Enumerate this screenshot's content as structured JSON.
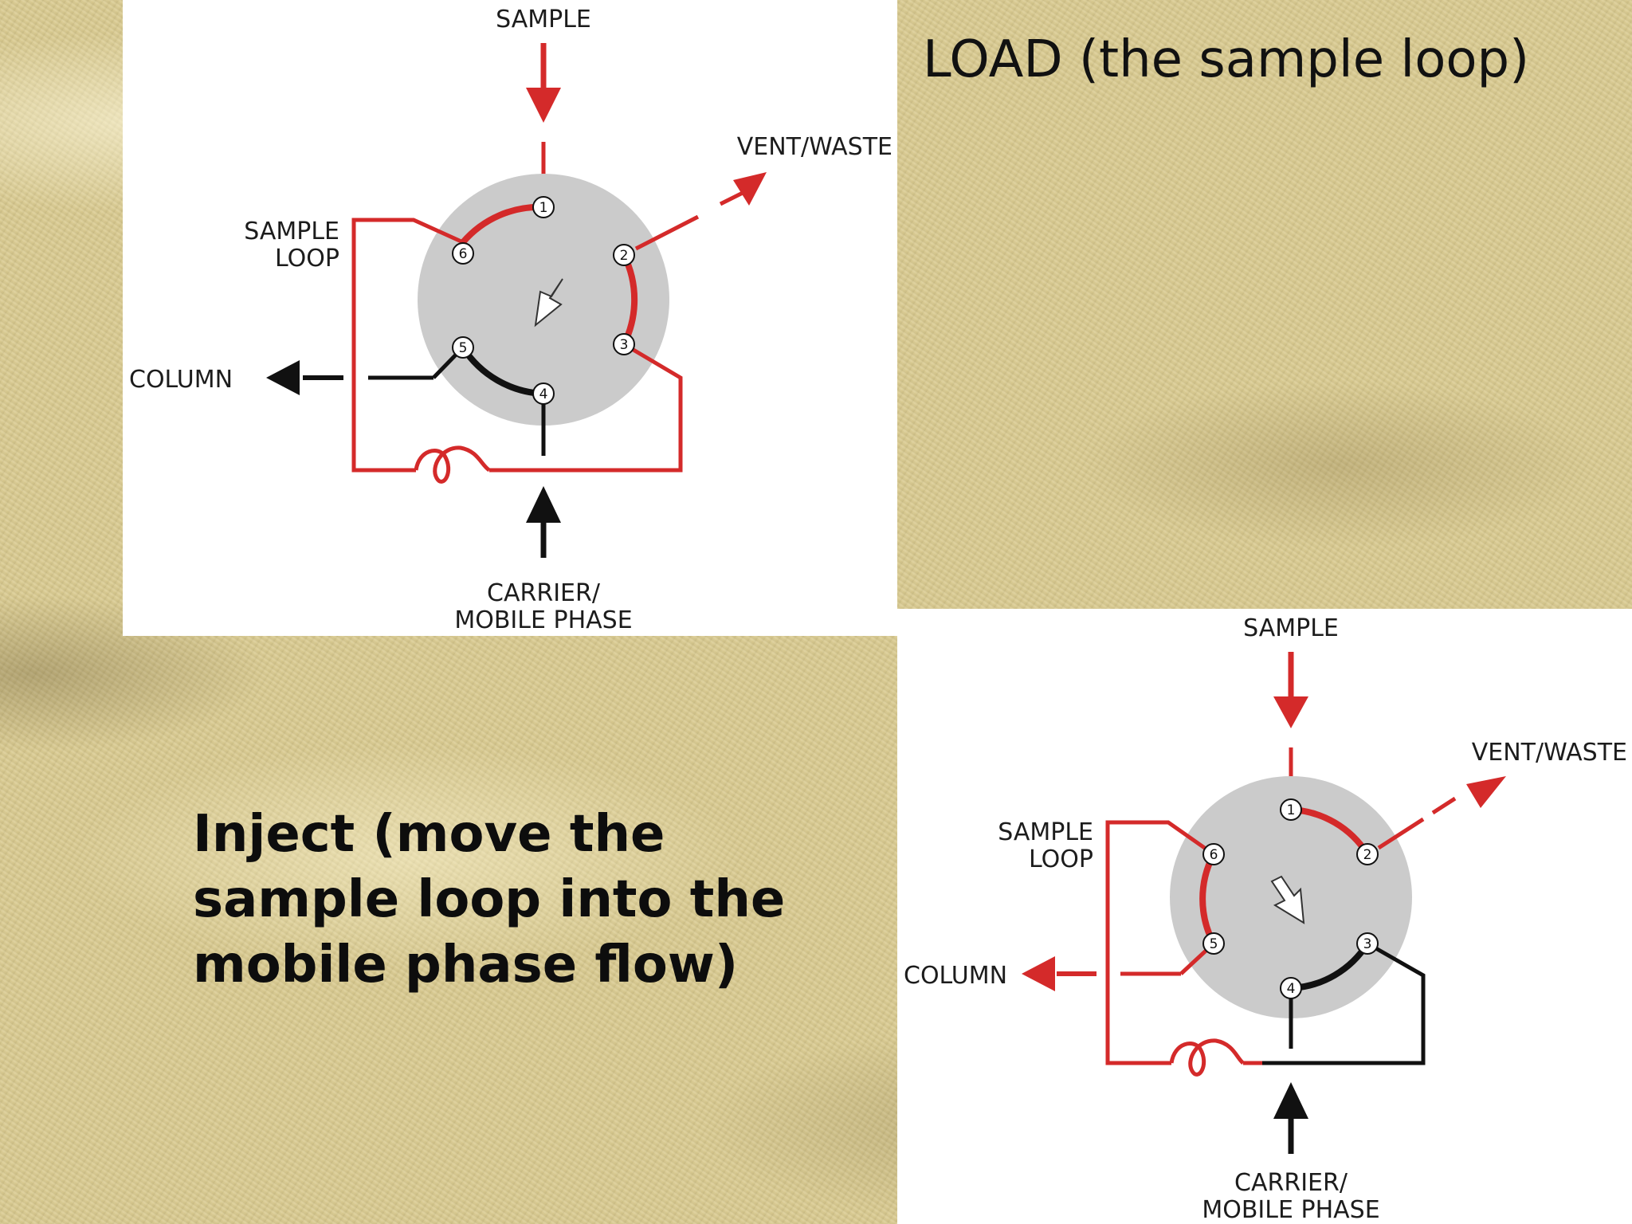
{
  "load_panel": {
    "title": "LOAD (the sample loop)",
    "labels": {
      "sample": "SAMPLE",
      "vent_waste": "VENT/WASTE",
      "sample_loop_line1": "SAMPLE",
      "sample_loop_line2": "LOOP",
      "column": "COLUMN",
      "carrier_line1": "CARRIER/",
      "carrier_line2": "MOBILE PHASE"
    },
    "ports": [
      "1",
      "2",
      "3",
      "4",
      "5",
      "6"
    ]
  },
  "inject_panel": {
    "title": "Inject (move the sample loop into the mobile phase flow)",
    "labels": {
      "sample": "SAMPLE",
      "vent_waste": "VENT/WASTE",
      "sample_loop_line1": "SAMPLE",
      "sample_loop_line2": "LOOP",
      "column": "COLUMN",
      "carrier_line1": "CARRIER/",
      "carrier_line2": "MOBILE PHASE"
    },
    "ports": [
      "1",
      "2",
      "3",
      "4",
      "5",
      "6"
    ]
  },
  "colors": {
    "flow_red": "#d42a2a",
    "flow_black": "#111111",
    "valve_gray": "#cbcbcb",
    "panel_bg": "#ffffff",
    "background_sand": "#d8c98f"
  }
}
